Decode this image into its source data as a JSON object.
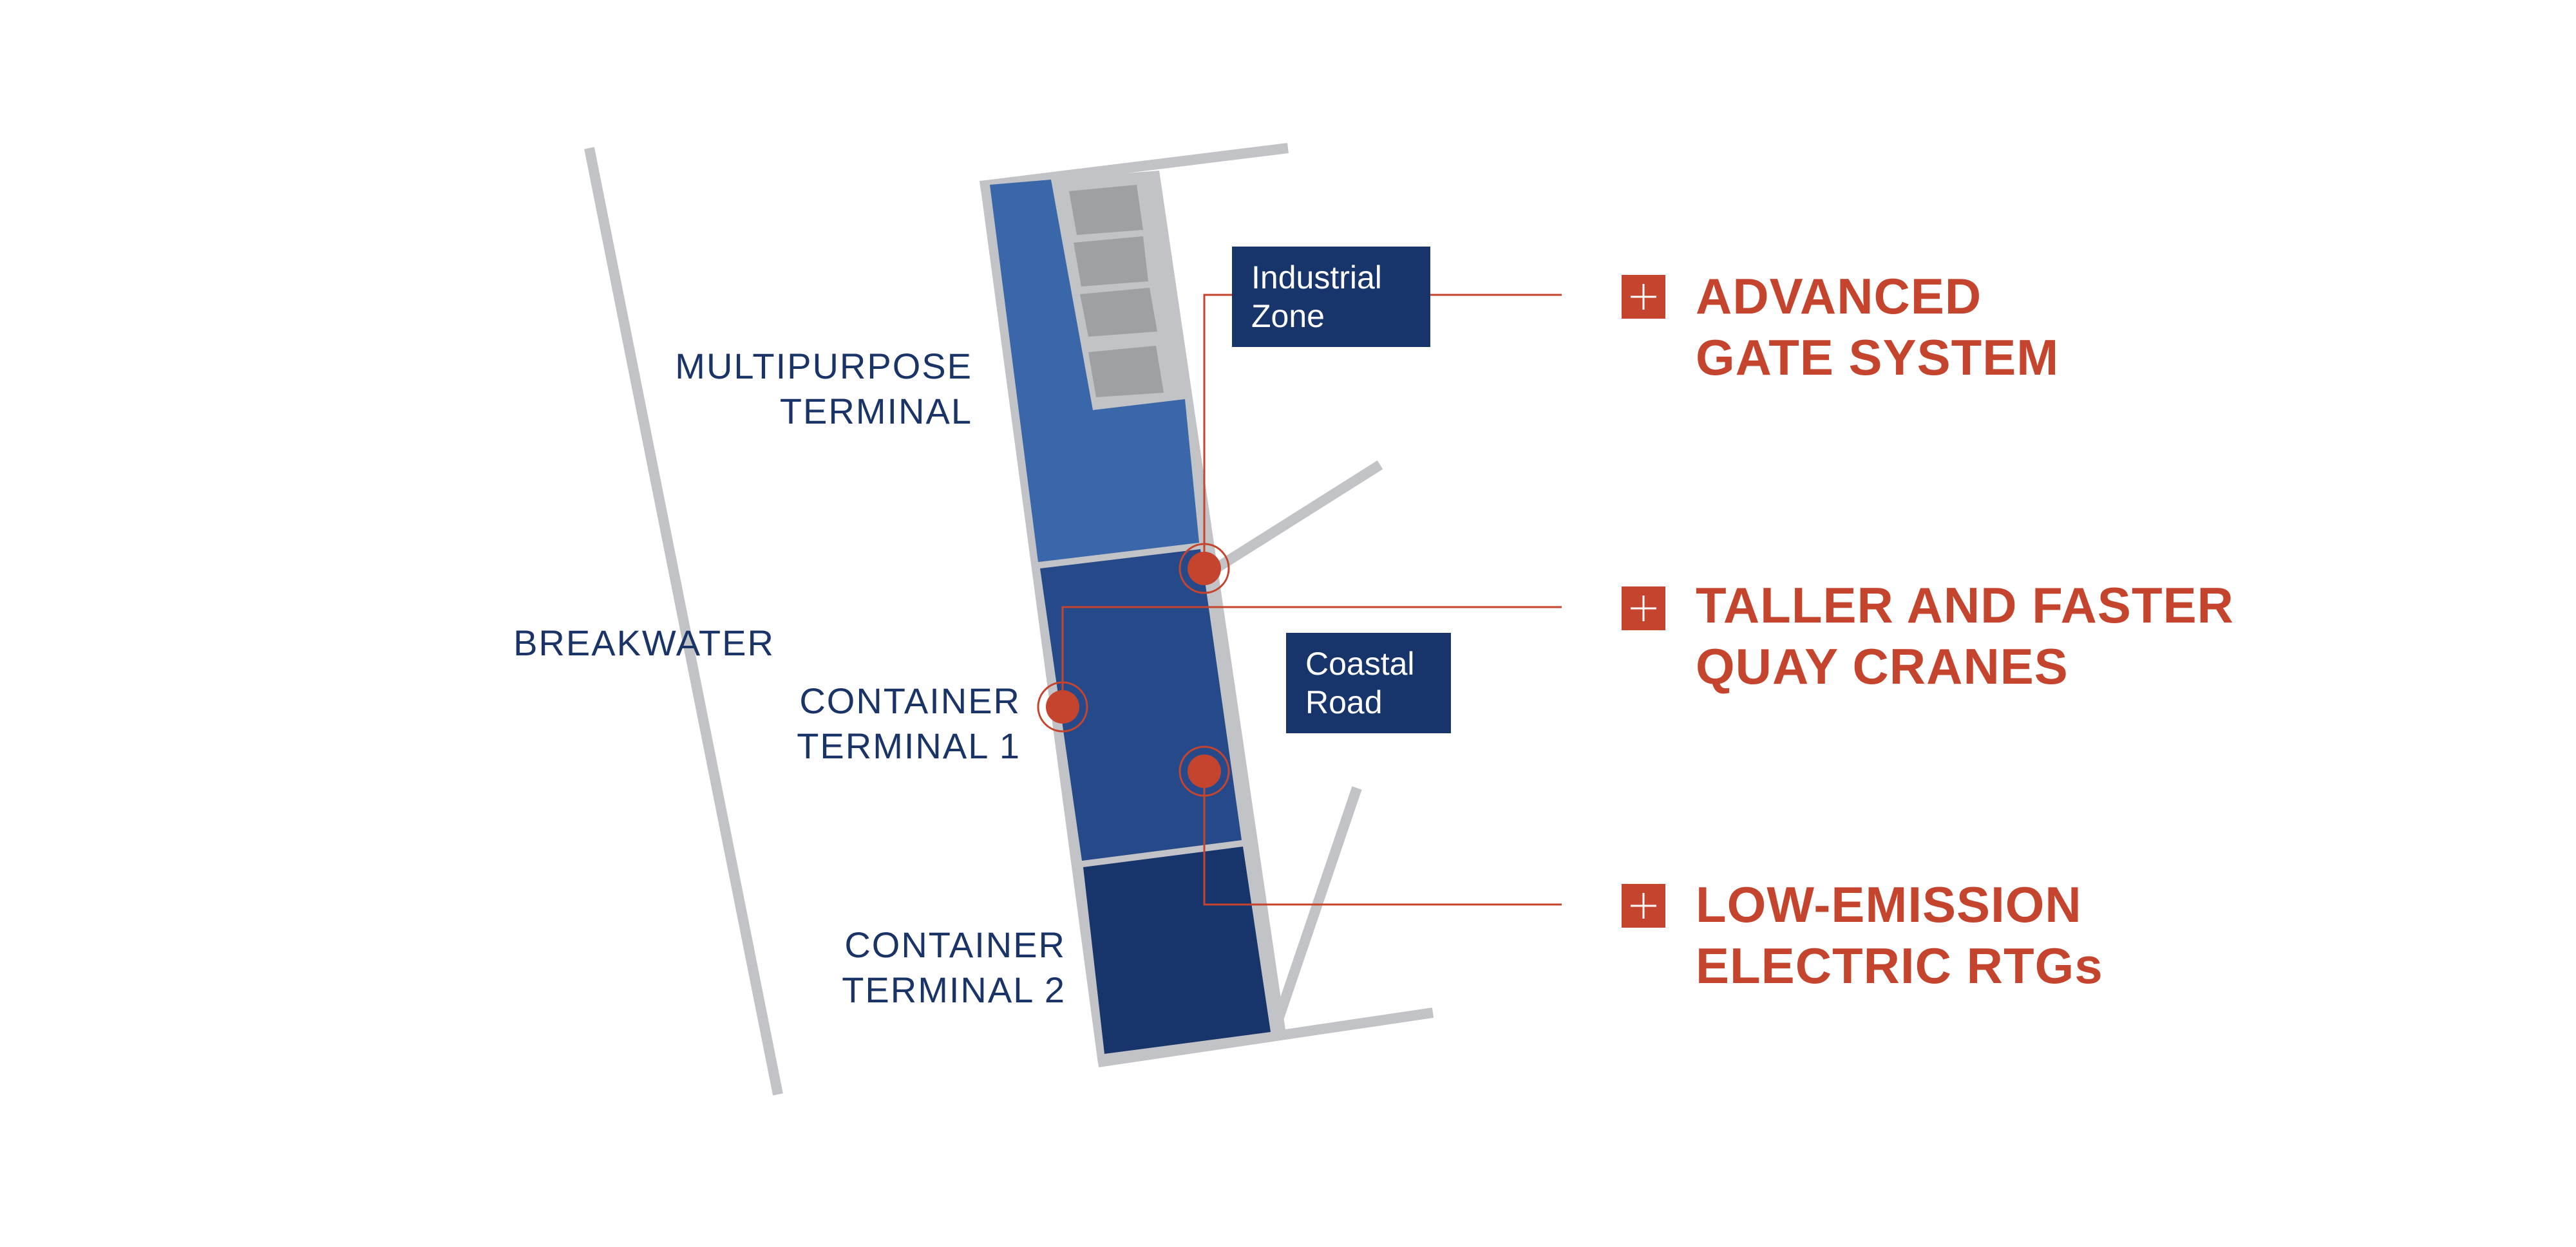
{
  "labels": {
    "breakwater": "BREAKWATER",
    "multipurpose_line1": "MULTIPURPOSE",
    "multipurpose_line2": "TERMINAL",
    "ct1_line1": "CONTAINER",
    "ct1_line2": "TERMINAL 1",
    "ct2_line1": "CONTAINER",
    "ct2_line2": "TERMINAL 2"
  },
  "boxes": {
    "industrial_line1": "Industrial",
    "industrial_line2": "Zone",
    "coastal_line1": "Coastal",
    "coastal_line2": "Road"
  },
  "features": [
    {
      "line1": "ADVANCED",
      "line2": "GATE SYSTEM"
    },
    {
      "line1": "TALLER AND FASTER",
      "line2": "QUAY CRANES"
    },
    {
      "line1": "LOW-EMISSION",
      "line2": "ELECTRIC RTGs"
    }
  ],
  "colors": {
    "accent": "#c4442e",
    "navy": "#1b3468",
    "multipurpose": "#3a66aa",
    "terminal1": "#264a89",
    "terminal2": "#17346b",
    "gray": "#c2c3c6",
    "block": "#9ea0a3"
  },
  "icons": {
    "feature_marker": "plus-square-icon",
    "hotspot": "target-dot-icon"
  }
}
